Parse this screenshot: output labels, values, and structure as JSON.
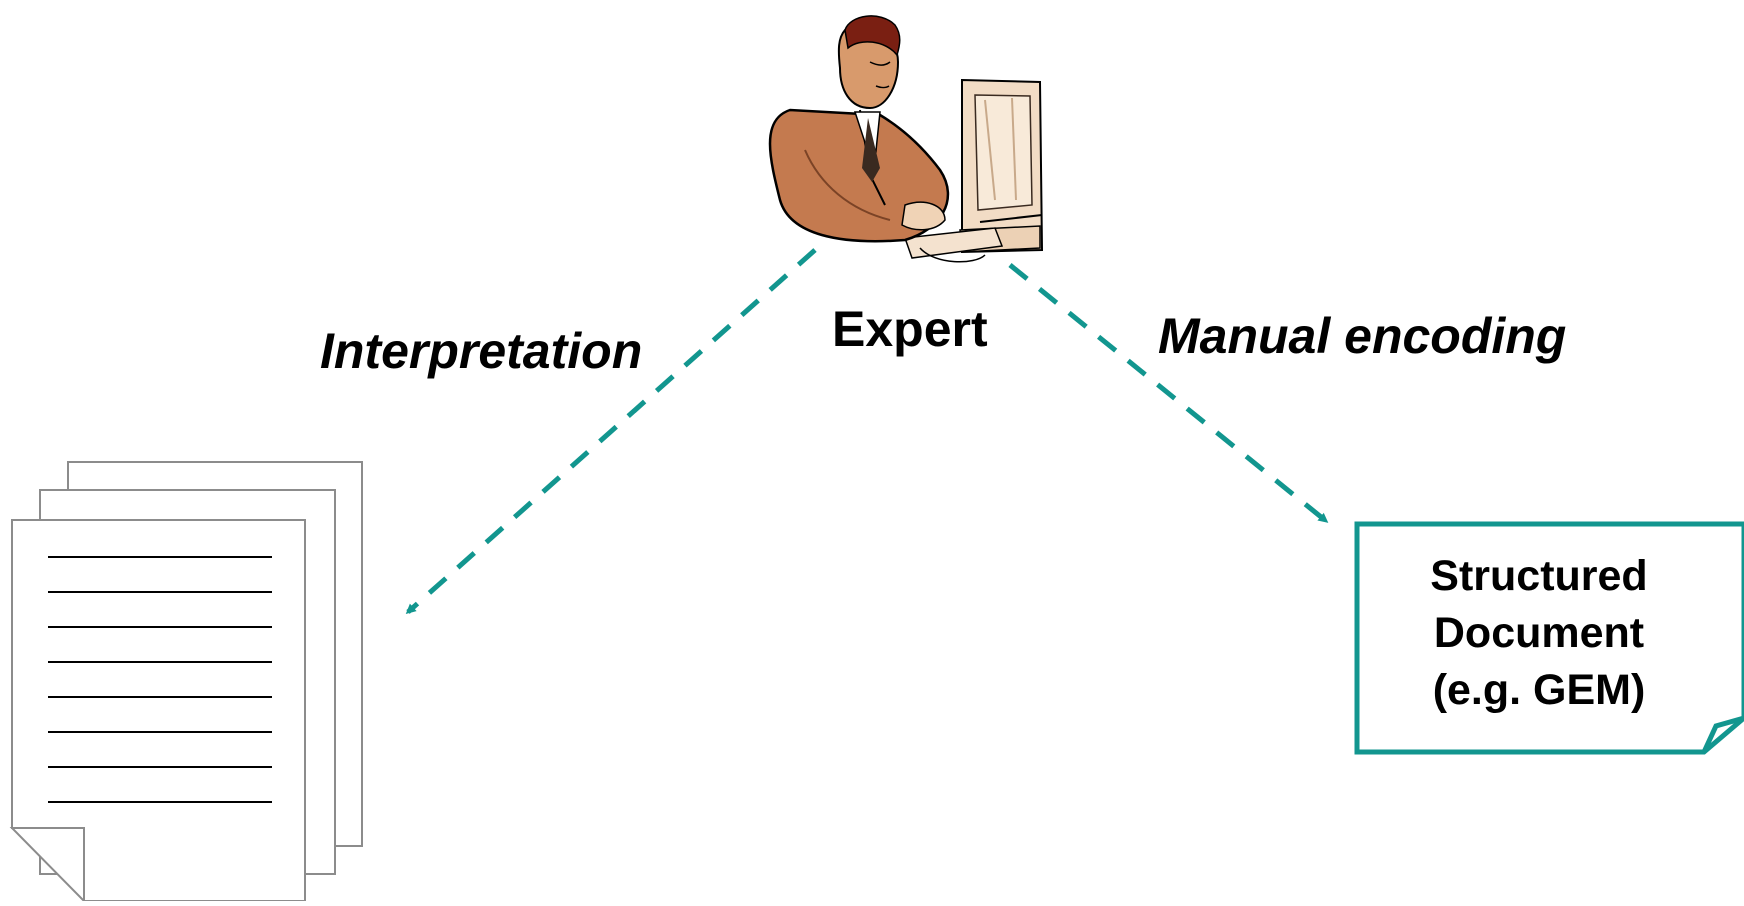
{
  "expert": {
    "label": "Expert",
    "icon": "expert-at-computer-icon"
  },
  "edges": {
    "interpretation": "Interpretation",
    "manual_encoding": "Manual encoding"
  },
  "source_documents": {
    "icon": "text-pages-stack-icon"
  },
  "structured_document": {
    "line1": "Structured",
    "line2": "Document",
    "line3": "(e.g. GEM)"
  },
  "colors": {
    "arrow": "#12968f",
    "box_border": "#12968f",
    "skin": "#c47a4f",
    "monitor": "#f2dcc5",
    "text": "#000000"
  }
}
